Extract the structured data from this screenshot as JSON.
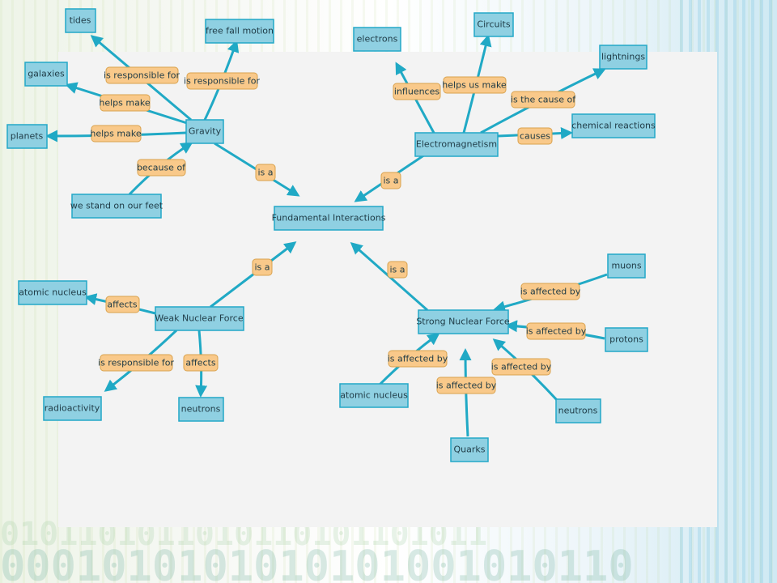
{
  "background": {
    "binary_row_1": "0101101011010110101101011",
    "binary_row_2": "0001010101010101001010110"
  },
  "colors": {
    "concept_fill": "#8fd0e2",
    "concept_border": "#23a8c8",
    "link_label_fill": "#f9c98a",
    "edge": "#20a9c5"
  },
  "concept_map": {
    "concepts": {
      "fundamental": "Fundamental Interactions",
      "gravity": "Gravity",
      "electromagnetism": "Electromagnetism",
      "weak": "Weak Nuclear Force",
      "strong": "Strong Nuclear Force",
      "tides": "tides",
      "free_fall": "free fall motion",
      "galaxies": "galaxies",
      "planets": "planets",
      "feet": "we stand on our feet",
      "electrons": "electrons",
      "circuits": "Circuits",
      "lightnings": "lightnings",
      "chemical": "chemical reactions",
      "atomic_nucleus_w": "atomic nucleus",
      "radioactivity": "radioactivity",
      "neutrons_w": "neutrons",
      "muons": "muons",
      "protons": "protons",
      "atomic_nucleus_s": "atomic nucleus",
      "quarks": "Quarks",
      "neutrons_s": "neutrons"
    },
    "links": {
      "g_isa": "is a",
      "e_isa": "is a",
      "w_isa": "is a",
      "s_isa": "is a",
      "g_tides": "is responsible for",
      "g_freefall": "is responsible for",
      "g_galaxies": "helps make",
      "g_planets": "helps make",
      "g_feet": "because of",
      "e_electrons": "influences",
      "e_circuits": "helps us make",
      "e_lightnings": "is the cause of",
      "e_chemical": "causes",
      "w_atomic": "affects",
      "w_radio": "is responsible for",
      "w_neutrons": "affects",
      "s_muons": "is affected by",
      "s_protons": "is affected by",
      "s_atomic": "is affected by",
      "s_quarks": "is affected by",
      "s_neutrons": "is affected by"
    }
  }
}
